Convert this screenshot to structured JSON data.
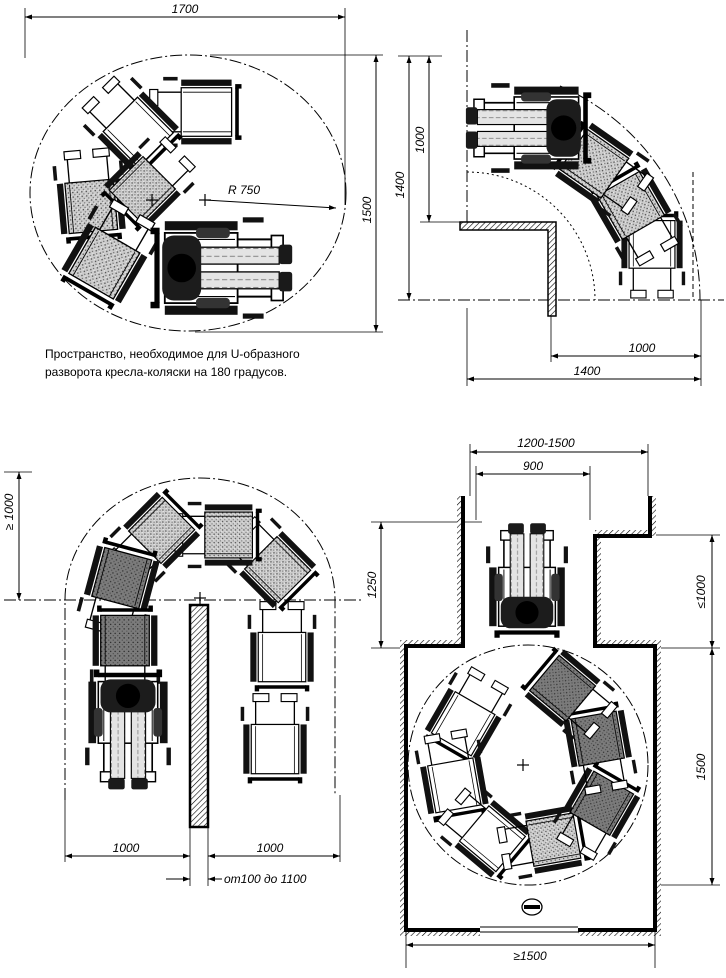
{
  "u_turn": {
    "width_label": "1700",
    "radius_label": "R 750",
    "height_label": "1500",
    "caption_line1": "Пространство, необходимое для U-образного",
    "caption_line2": "разворота кресла-коляски на 180 градусов."
  },
  "corner_turn": {
    "outer_height_label": "1400",
    "inner_height_label": "1000",
    "inner_width_label": "1000",
    "outer_width_label": "1400"
  },
  "wall_turn": {
    "clearance_label": "≥ 1000",
    "left_width_label": "1000",
    "right_width_label": "1000",
    "wall_label": "от100 до 1100"
  },
  "room_entry": {
    "outer_width_label": "1200-1500",
    "corridor_width_label": "900",
    "corridor_length_label": "1250",
    "niche_label": "≤1000",
    "room_depth_label": "1500",
    "room_width_label": "≥1500"
  }
}
